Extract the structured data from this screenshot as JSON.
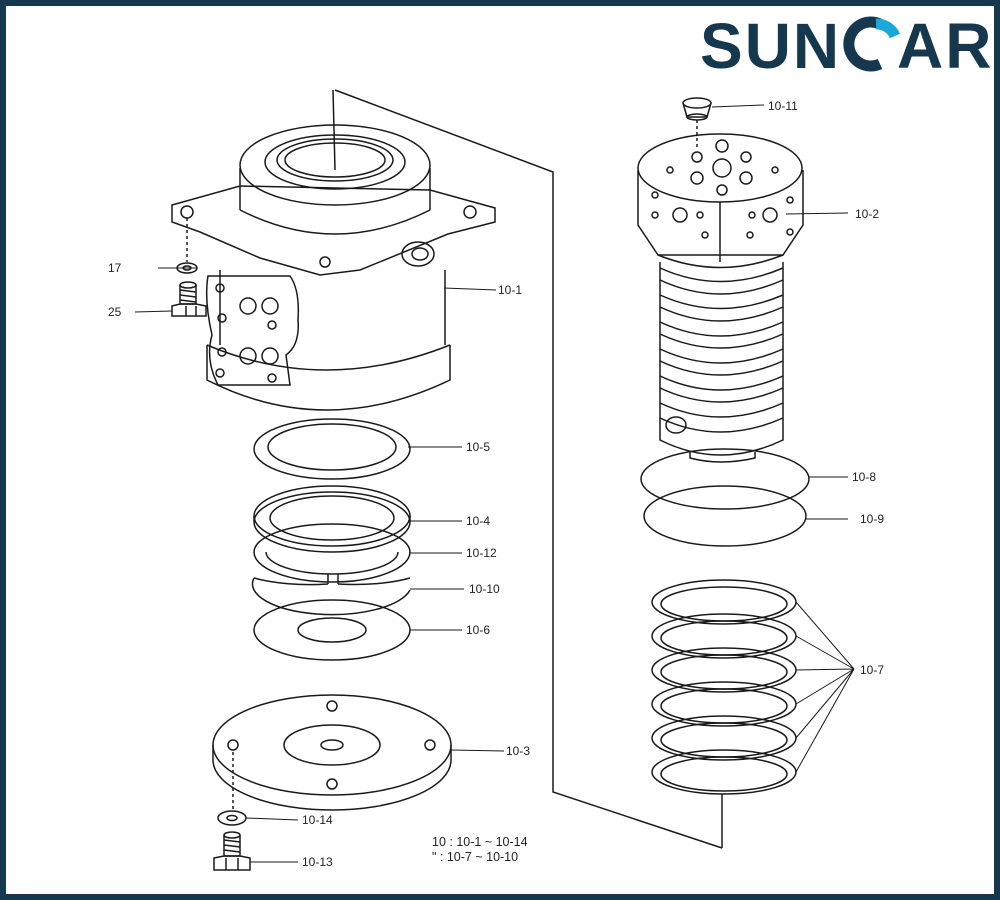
{
  "brand": {
    "name_left": "SUN",
    "name_right": "AR",
    "text_color": "#16384f",
    "accent_color": "#1aa8d8",
    "icon": "c-arc-logo-icon"
  },
  "frame_color": "#16384f",
  "labels": [
    {
      "id": "10-1",
      "text": "10-1"
    },
    {
      "id": "10-2",
      "text": "10-2"
    },
    {
      "id": "10-3",
      "text": "10-3"
    },
    {
      "id": "10-4",
      "text": "10-4"
    },
    {
      "id": "10-5",
      "text": "10-5"
    },
    {
      "id": "10-6",
      "text": "10-6"
    },
    {
      "id": "10-7",
      "text": "10-7"
    },
    {
      "id": "10-8",
      "text": "10-8"
    },
    {
      "id": "10-9",
      "text": "10-9"
    },
    {
      "id": "10-10",
      "text": "10-10"
    },
    {
      "id": "10-11",
      "text": "10-11"
    },
    {
      "id": "10-12",
      "text": "10-12"
    },
    {
      "id": "10-13",
      "text": "10-13"
    },
    {
      "id": "10-14",
      "text": "10-14"
    },
    {
      "id": "17",
      "text": "17"
    },
    {
      "id": "25",
      "text": "25"
    }
  ],
  "notes": {
    "line1": "10 : 10-1 ~ 10-14",
    "line2": "\" : 10-7 ~ 10-10"
  }
}
